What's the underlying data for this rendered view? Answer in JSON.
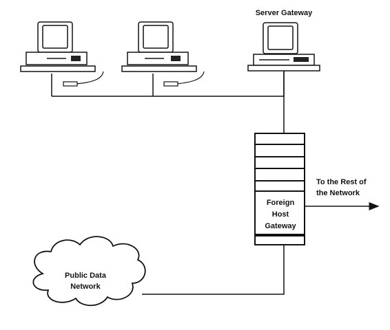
{
  "labels": {
    "server_gateway": "Server Gateway",
    "to_rest_line1": "To the Rest of",
    "to_rest_line2": "the Network",
    "foreign_line1": "Foreign",
    "foreign_line2": "Host",
    "foreign_line3": "Gateway",
    "cloud_line1": "Public Data",
    "cloud_line2": "Network"
  },
  "nodes": [
    {
      "id": "workstation-1",
      "kind": "desktop computer"
    },
    {
      "id": "workstation-2",
      "kind": "desktop computer"
    },
    {
      "id": "server-gateway",
      "kind": "desktop computer"
    },
    {
      "id": "foreign-host-gateway",
      "kind": "rack"
    },
    {
      "id": "public-data-network",
      "kind": "cloud"
    }
  ],
  "edges": [
    {
      "from": "workstation-1",
      "to": "server-gateway"
    },
    {
      "from": "workstation-2",
      "to": "server-gateway"
    },
    {
      "from": "server-gateway",
      "to": "foreign-host-gateway"
    },
    {
      "from": "public-data-network",
      "to": "foreign-host-gateway"
    },
    {
      "from": "foreign-host-gateway",
      "to": "rest-of-network",
      "arrow": true
    }
  ]
}
